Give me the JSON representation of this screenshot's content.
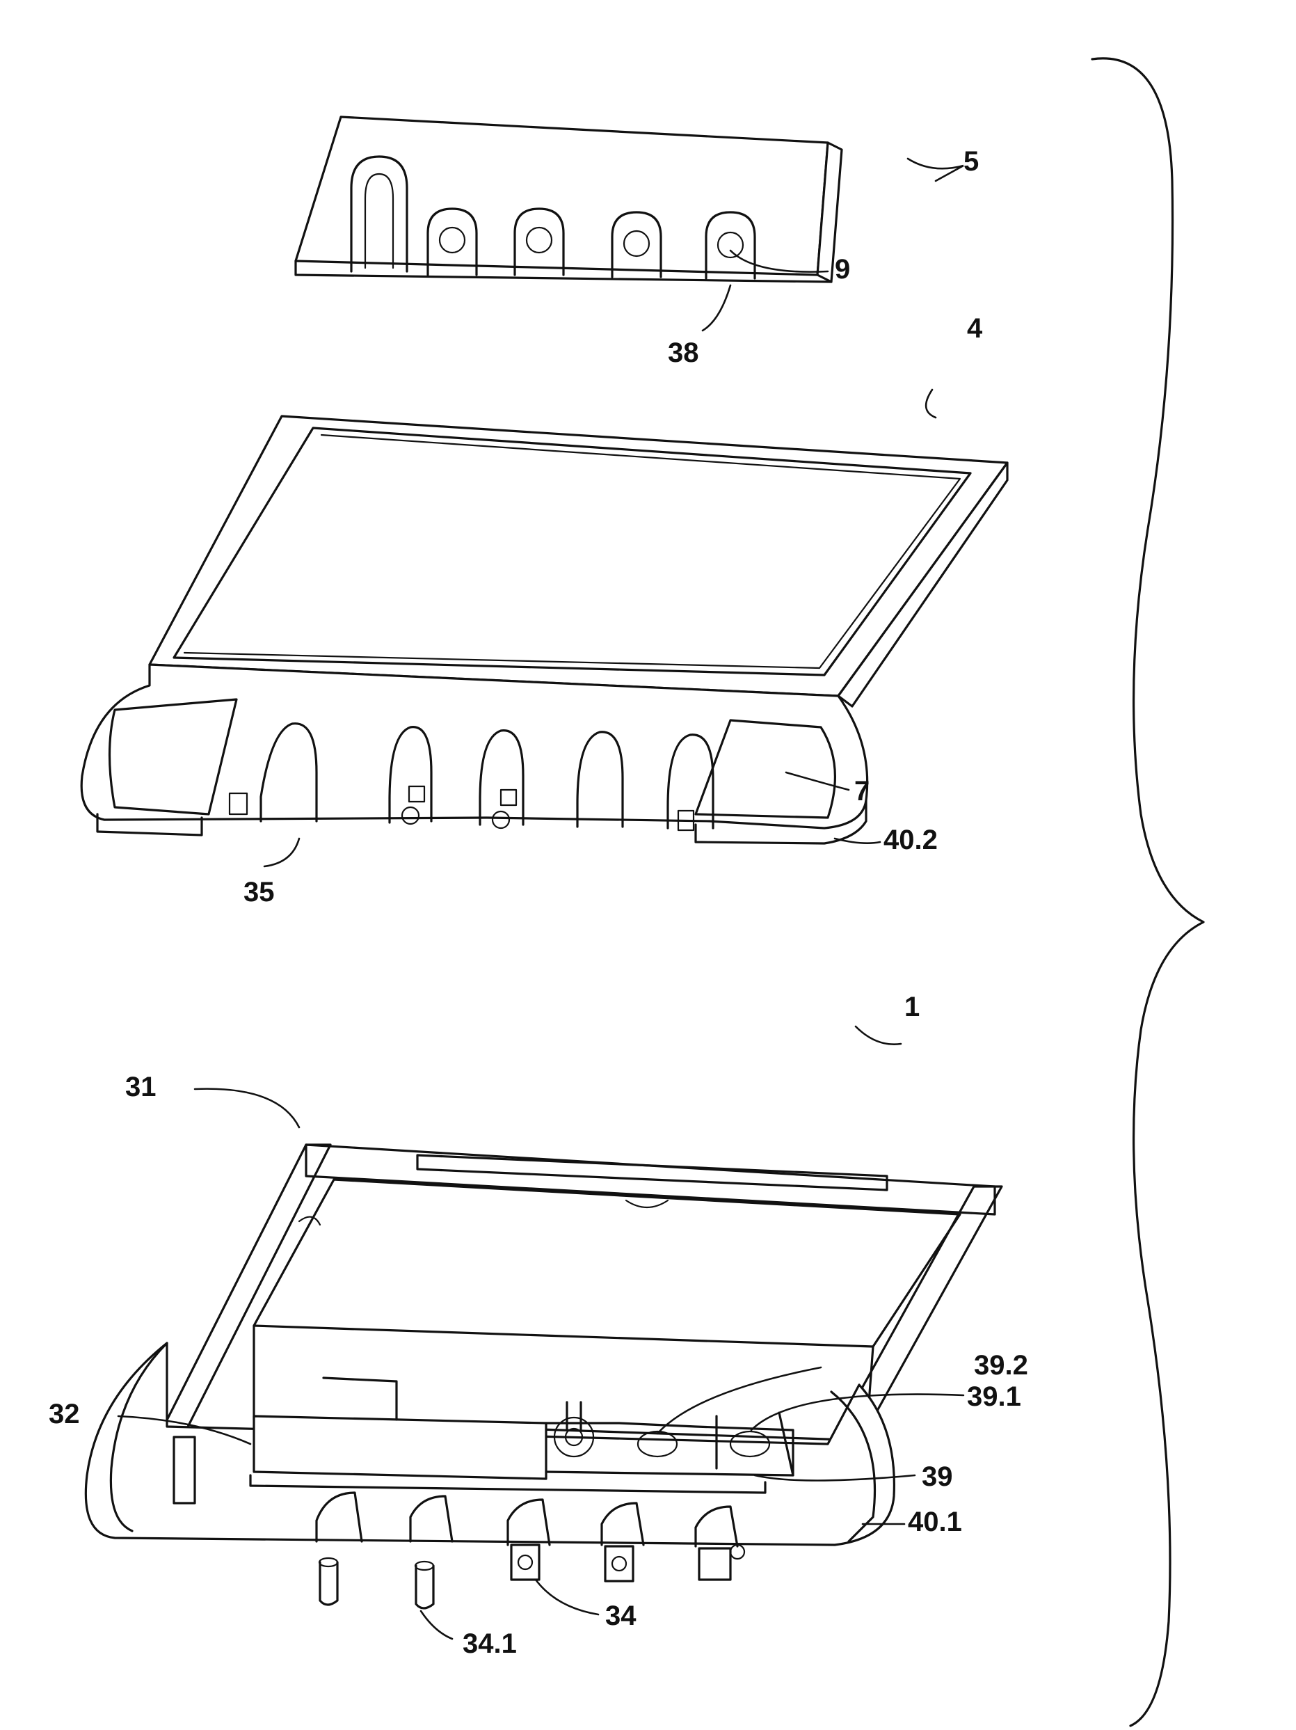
{
  "labels": {
    "part_5": "5",
    "ref_9": "9",
    "ref_38": "38",
    "part_4": "4",
    "ref_7": "7",
    "ref_40_2": "40.2",
    "ref_35": "35",
    "part_1": "1",
    "ref_31": "31",
    "ref_32": "32",
    "ref_39_2": "39.2",
    "ref_39_1": "39.1",
    "ref_39": "39",
    "ref_40_1": "40.1",
    "ref_34": "34",
    "ref_34_1": "34.1"
  }
}
